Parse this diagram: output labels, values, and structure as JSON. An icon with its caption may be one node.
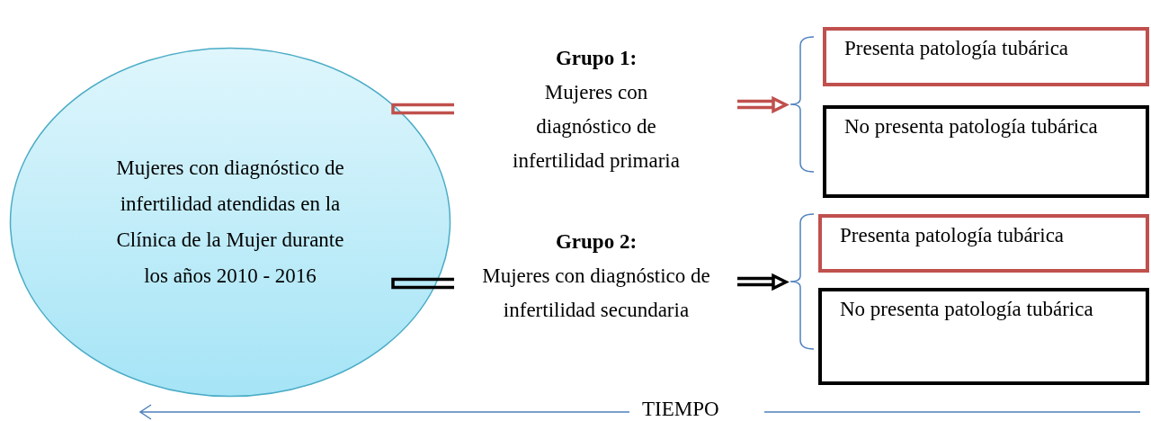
{
  "diagram": {
    "nodes": [
      {
        "text": [
          "Mujeres con diagnóstico de infertilidad atendidas en la Clínica de la Mujer durante los años 2010 - 2016"
        ]
      },
      {
        "text": [
          "Grupo 1:",
          "Mujeres con diagnóstico de infertilidad primaria"
        ]
      },
      {
        "text": [
          "Grupo 2:",
          "Mujeres con diagnóstico de infertilidad secundaria"
        ]
      },
      {
        "text": [],
        "shape": "bracket"
      },
      {
        "text": [
          "Presenta patología tubárica"
        ]
      },
      {
        "text": [
          "No presenta patología tubárica"
        ]
      },
      {
        "text": [],
        "shape": "bracket"
      },
      {
        "text": [
          "Presenta patología tubárica"
        ]
      },
      {
        "text": [
          "No presenta patología tubárica"
        ]
      }
    ],
    "edges": [
      {
        "from": 0,
        "to": 1,
        "arrow": "none",
        "color": "#c0504d"
      },
      {
        "from": 0,
        "to": 2,
        "arrow": "none",
        "color": "#000000"
      },
      {
        "from": 1,
        "to": 3,
        "arrow": "to",
        "color": "#c0504d"
      },
      {
        "from": 2,
        "to": 6,
        "arrow": "to",
        "color": "#000000"
      }
    ],
    "labels": [
      "TIEMPO"
    ]
  }
}
